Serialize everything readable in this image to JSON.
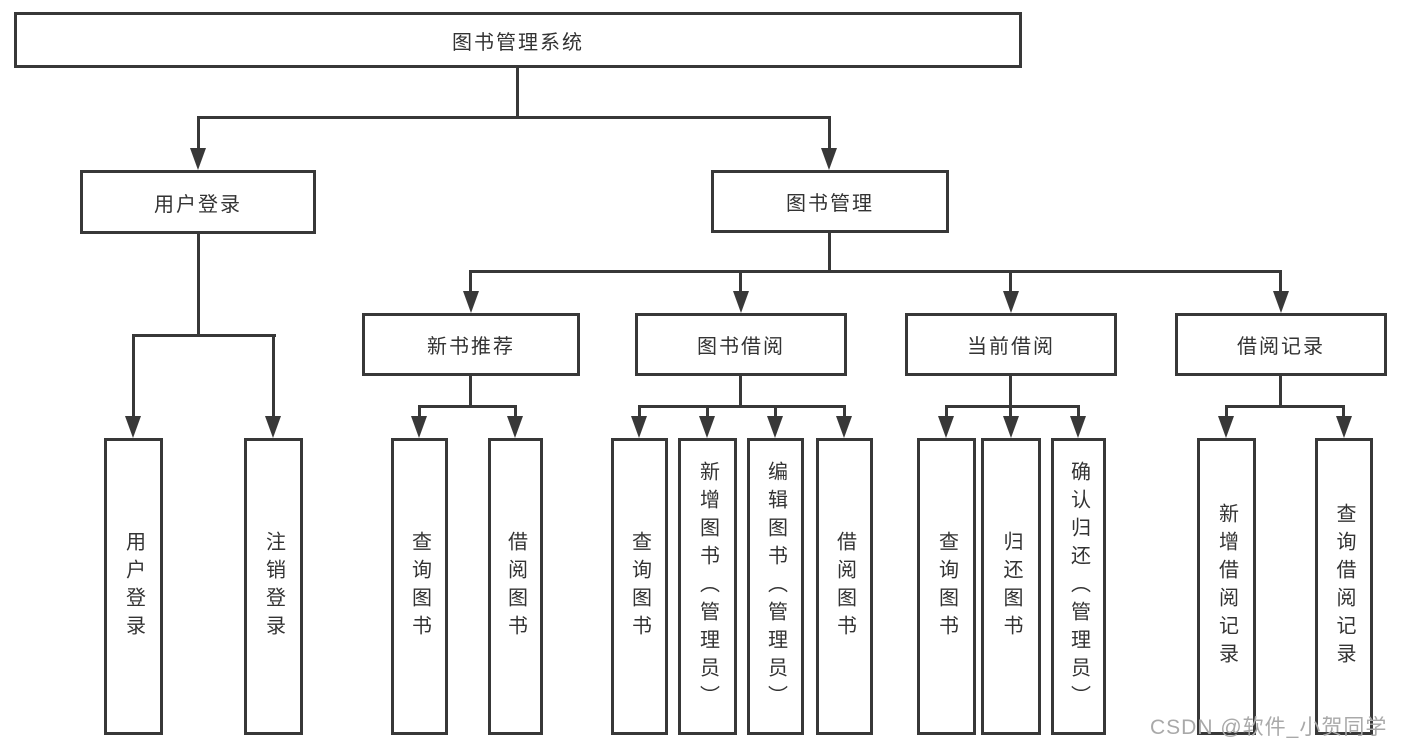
{
  "diagram": {
    "root_label": "图书管理系统",
    "level2": [
      {
        "label": "用户登录"
      },
      {
        "label": "图书管理"
      }
    ],
    "level3": [
      {
        "label": "新书推荐"
      },
      {
        "label": "图书借阅"
      },
      {
        "label": "当前借阅"
      },
      {
        "label": "借阅记录"
      }
    ],
    "leaves": {
      "user_login": [
        "用户登录",
        "注销登录"
      ],
      "new_book": [
        "查询图书",
        "借阅图书"
      ],
      "book_borrow": [
        "查询图书",
        "新增图书（管理员）",
        "编辑图书（管理员）",
        "借阅图书"
      ],
      "current_borrow": [
        "查询图书",
        "归还图书",
        "确认归还（管理员）"
      ],
      "borrow_record": [
        "新增借阅记录",
        "查询借阅记录"
      ]
    }
  },
  "watermark": {
    "text": "CSDN @软件_小贺同学"
  },
  "colors": {
    "line": "#383838",
    "text": "#333333",
    "box_background": "#ffffff",
    "page_background": "#ffffff",
    "watermark": "#a9a9a9"
  }
}
